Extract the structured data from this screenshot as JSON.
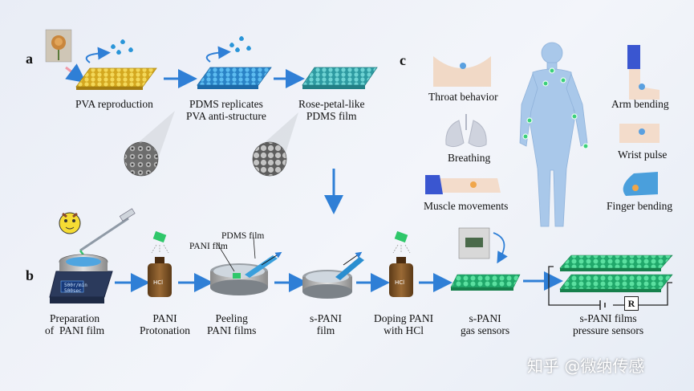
{
  "panels": {
    "a": "a",
    "b": "b",
    "c": "c"
  },
  "process_a": {
    "steps": [
      "PVA reproduction",
      "PDMS replicates\nPVA anti-structure",
      "Rose-petal-like\nPDMS film"
    ]
  },
  "process_b": {
    "steps": [
      "Preparation\nof  PANI film",
      "PANI\nProtonation",
      "Peeling\nPANI films",
      "s-PANI\nfilm",
      "Doping PANI\nwith HCl",
      "s-PANI\ngas sensors",
      "s-PANI films\npressure sensors"
    ],
    "film_labels": {
      "pdms": "PDMS film",
      "pani": "PANI film"
    },
    "hcl_label": "HCl",
    "spin_coater_display": "500r/min\n500sec",
    "resistor_label": "R"
  },
  "applications_c": {
    "items": [
      "Throat behavior",
      "Breathing",
      "Muscle movements",
      "Arm bending",
      "Wrist pulse",
      "Finger bending"
    ]
  },
  "watermark": "知乎 @微纳传感",
  "colors": {
    "arrow": "#2f7fd6",
    "gold": "#e5c23a",
    "pdms_blue": "#3a9fdc",
    "teal": "#3fb4b7",
    "green": "#33c47a",
    "body": "#a9c8ea"
  }
}
